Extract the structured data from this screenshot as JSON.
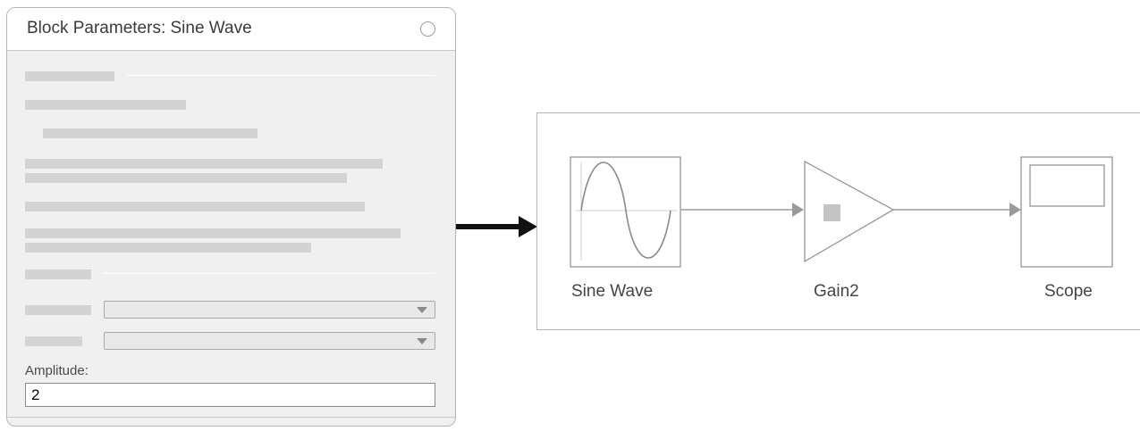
{
  "dialog": {
    "title": "Block Parameters: Sine Wave",
    "amplitude_label": "Amplitude:",
    "amplitude_value": "2",
    "dropdowns": [
      {
        "selected": ""
      },
      {
        "selected": ""
      }
    ]
  },
  "model": {
    "blocks": [
      {
        "label": "Sine Wave",
        "icon": "sine-wave-icon"
      },
      {
        "label": "Gain2",
        "icon": "gain-triangle-icon"
      },
      {
        "label": "Scope",
        "icon": "scope-screen-icon"
      }
    ]
  },
  "colors": {
    "dialog_bg": "#f0f0f0",
    "placeholder_bar": "#d3d3d3",
    "block_border": "#8c8c8c",
    "signal_line": "#9a9a9a",
    "arrow": "#111111"
  }
}
